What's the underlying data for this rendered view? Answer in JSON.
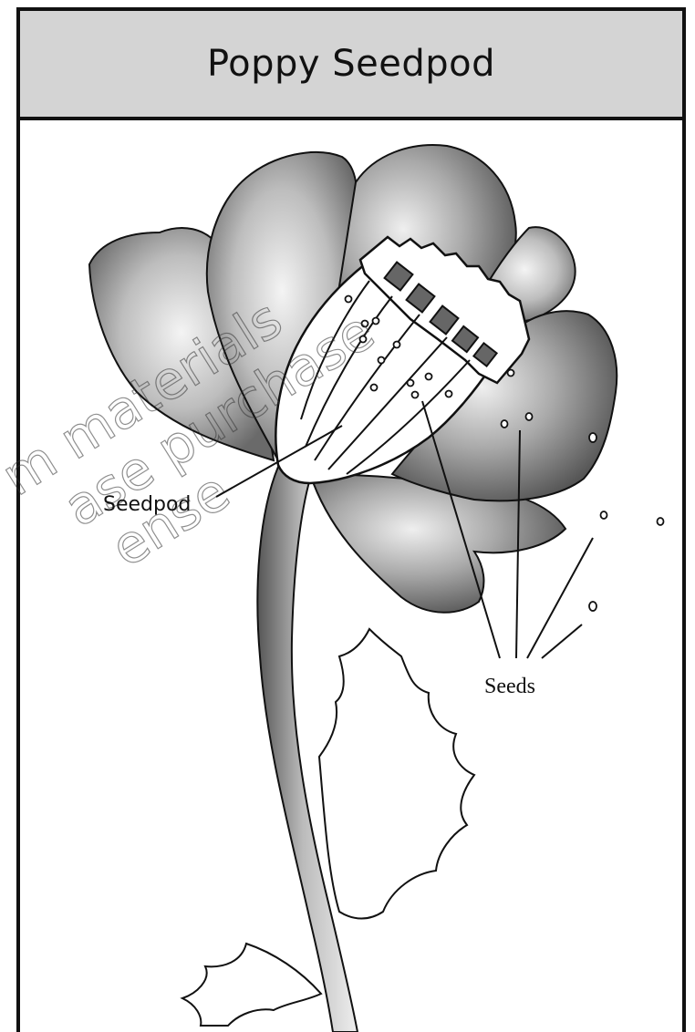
{
  "title": "Poppy Seedpod",
  "labels": {
    "seedpod": "Seedpod",
    "seeds": "Seeds"
  },
  "watermark": {
    "line1": "m materials",
    "line2": "ase purchase",
    "line3": "ense"
  },
  "colors": {
    "title_bar": "#d4d4d4",
    "border": "#111111",
    "background": "#ffffff"
  }
}
